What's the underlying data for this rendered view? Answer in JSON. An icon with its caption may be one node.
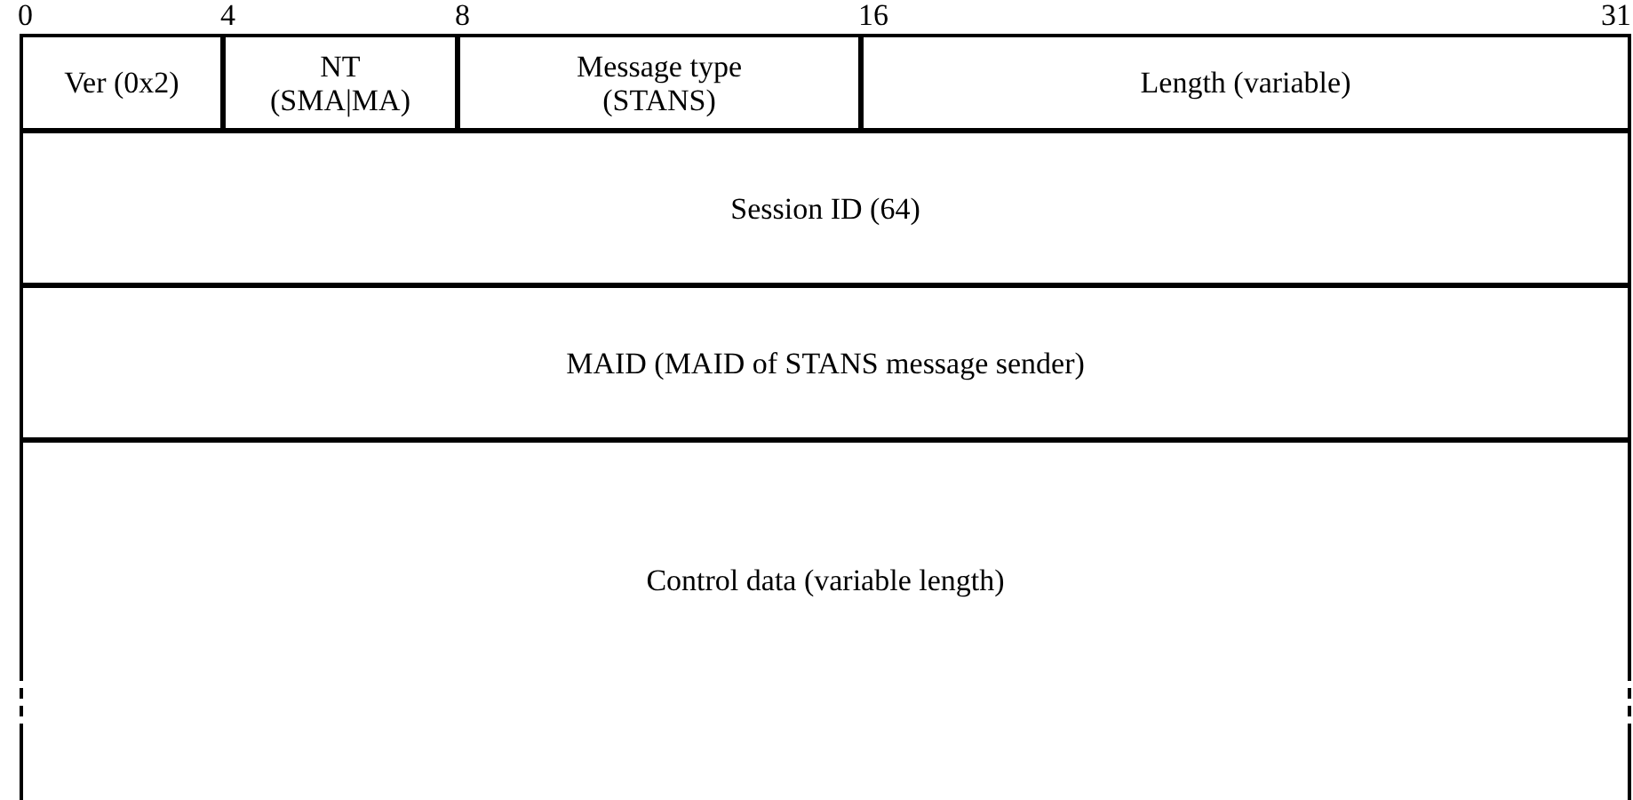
{
  "diagram": {
    "nodes": [
      {
        "text": [
          "Ver (0x2)"
        ]
      },
      {
        "text": [
          "NT (SMA|MA)"
        ]
      },
      {
        "text": [
          "Message type (STANS)"
        ]
      },
      {
        "text": [
          "Length (variable)"
        ]
      },
      {
        "text": [
          "Session ID (64)"
        ]
      },
      {
        "text": [
          "MAID (MAID of STANS message sender)"
        ]
      },
      {
        "text": [
          "Control data (variable length)"
        ]
      }
    ],
    "edges": [],
    "labels": [
      "0",
      "4",
      "8",
      "16",
      "31"
    ]
  }
}
